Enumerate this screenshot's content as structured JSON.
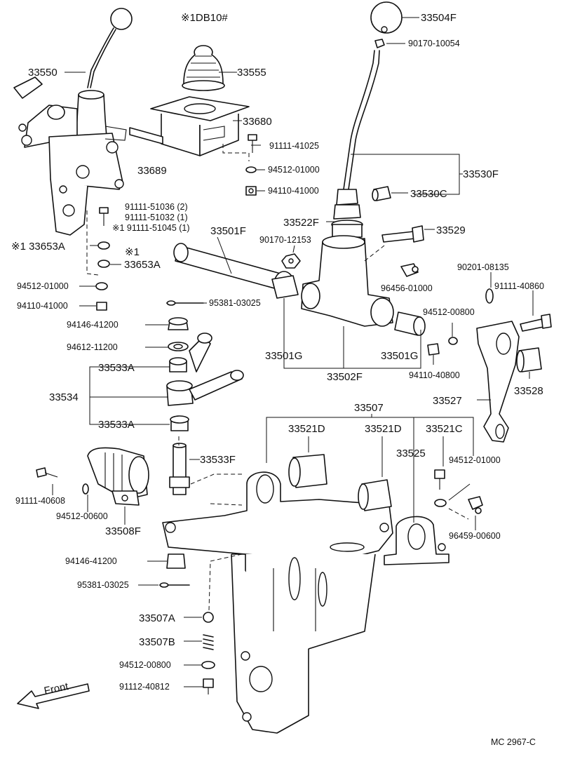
{
  "header_note": "※1DB10#",
  "footer_code": "MC  2967-C",
  "front_label": "Front",
  "labels": {
    "p33550": "33550",
    "p33555": "33555",
    "p33504F": "33504F",
    "p90170_10054": "90170-10054",
    "p33680": "33680",
    "p33689": "33689",
    "p91111_41025": "91111-41025",
    "p94512_01000_a": "94512-01000",
    "p94110_41000_a": "94110-41000",
    "p33530F": "33530F",
    "p33530C": "33530C",
    "p91111_51036": "91111-51036 (2)",
    "p91111_51032": "91111-51032 (1)",
    "p91111_51045": "※1 91111-51045 (1)",
    "p33653A_1": "※1 33653A",
    "mark1": "※1",
    "p33653A_2": "33653A",
    "p33501F": "33501F",
    "p33522F": "33522F",
    "p33529": "33529",
    "p90170_12153": "90170-12153",
    "p94512_01000_b": "94512-01000",
    "p94110_41000_b": "94110-41000",
    "p95381_03025_a": "95381-03025",
    "p96456_01000": "96456-01000",
    "p90201_08135": "90201-08135",
    "p91111_40860": "91111-40860",
    "p94146_41200_a": "94146-41200",
    "p94612_11200": "94612-11200",
    "p94512_00800_a": "94512-00800",
    "p33501G_1": "33501G",
    "p33501G_2": "33501G",
    "p94110_40800": "94110-40800",
    "p33502F": "33502F",
    "p33533A_1": "33533A",
    "p33534": "33534",
    "p33533A_2": "33533A",
    "p33527": "33527",
    "p33528": "33528",
    "p33507": "33507",
    "p33521D_1": "33521D",
    "p33521D_2": "33521D",
    "p33521C": "33521C",
    "p33525": "33525",
    "p33533F": "33533F",
    "p94512_01000_c": "94512-01000",
    "p91111_40608": "91111-40608",
    "p94512_00600": "94512-00600",
    "p33508F": "33508F",
    "p96459_00600": "96459-00600",
    "p94146_41200_b": "94146-41200",
    "p95381_03025_b": "95381-03025",
    "p33507A": "33507A",
    "p33507B": "33507B",
    "p94512_00800_b": "94512-00800",
    "p91112_40812": "91112-40812"
  }
}
